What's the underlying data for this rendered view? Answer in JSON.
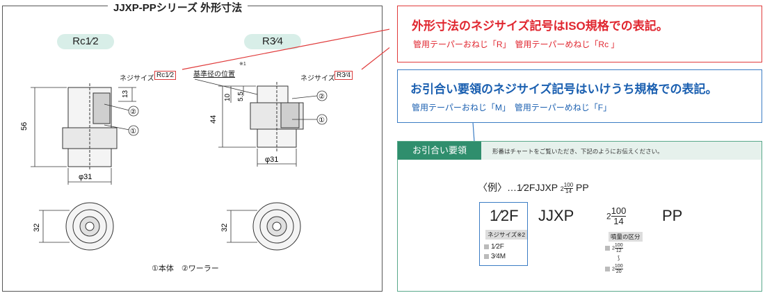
{
  "left_panel": {
    "title": "JJXP-PPシリーズ 外形寸法",
    "variant_left": {
      "label": "Rc1⁄2",
      "thread_label": "ネジサイズ",
      "thread_value": "Rc1⁄2",
      "dim_height": "56",
      "dim_top": "13",
      "dim_dia": "φ31",
      "dim_side": "32"
    },
    "variant_right": {
      "label": "R3⁄4",
      "datum_label": "基準径の位置",
      "datum_note": "※1",
      "thread_label": "ネジサイズ",
      "thread_value": "R3⁄4",
      "dim_height": "44",
      "dim_a": "10",
      "dim_b": "5.5",
      "dim_dia": "φ31",
      "dim_side": "32"
    },
    "part_callouts": [
      "②",
      "①"
    ],
    "legend": "①本体　②ワーラー"
  },
  "callout_red": {
    "title": "外形寸法のネジサイズ記号はISO規格での表記。",
    "detail": "管用テーパーおねじ「R」　管用テーパーめねじ「Rc 」",
    "color": "#e0262f"
  },
  "callout_blue": {
    "title": "お引合い要領のネジサイズ記号はいけうち規格での表記。",
    "detail": "管用テーパーおねじ「M」　管用テーパーめねじ「F」",
    "color": "#1a5fb0"
  },
  "order": {
    "tab": "お引合い要領",
    "note": "形番はチャートをご覧いただき、下記のようにお伝えください。",
    "example_prefix": "〈例〉…",
    "example_code": "1⁄2FJJXP",
    "example_frac_lead": "2",
    "example_frac_num": "100",
    "example_frac_den": "14",
    "example_suffix": "PP",
    "parts": {
      "thread": "1⁄2F",
      "series": "JJXP",
      "flow_lead": "2",
      "flow_num": "100",
      "flow_den": "14",
      "suffix": "PP"
    },
    "thread_chip": "ネジサイズ※2",
    "thread_options": [
      "1⁄2F",
      "3⁄4M"
    ],
    "flow_chip": "噴量の区分",
    "flow_options": [
      {
        "lead": "2",
        "num": "100",
        "den": "12"
      },
      {
        "lead": "2",
        "num": "100",
        "den": "20"
      }
    ],
    "flow_range_mark": "⟆",
    "accent": "#2f8e6d"
  }
}
